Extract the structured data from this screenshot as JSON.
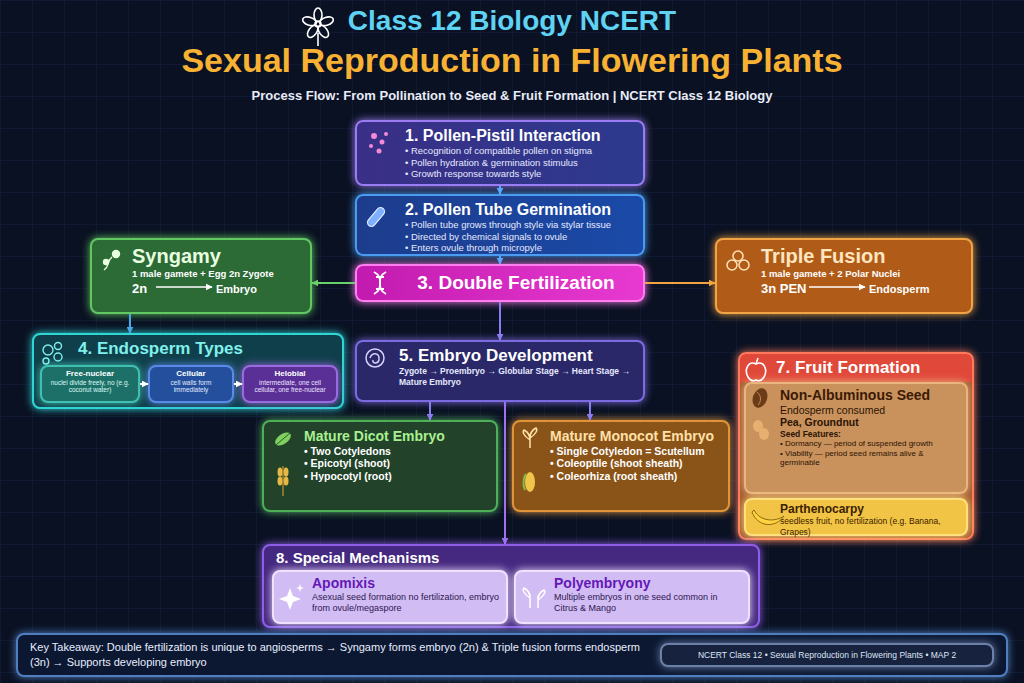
{
  "diagram": {
    "title": "Sexual Reproduction in Flowering Plants",
    "nodes": [
      {
        "text": [
          "1. Pollen-Pistil Interaction",
          "• Recognition of compatible pollen on stigma",
          "• Pollen hydration & germination stimulus",
          "• Growth response towards style"
        ]
      },
      {
        "text": [
          "2. Pollen Tube Germination",
          "• Pollen tube grows through style via stylar tissue",
          "• Directed by chemical signals to ovule",
          "• Enters ovule through micropyle"
        ]
      },
      {
        "text": [
          "Syngamy",
          "1 male gamete + Egg 2n Zygote",
          "2n",
          "Embryo"
        ]
      },
      {
        "text": [
          "3. Double Fertilization"
        ]
      },
      {
        "text": [
          "Triple Fusion",
          "1 male gamete + 2 Polar Nuclei",
          "3n PEN",
          "Endosperm"
        ]
      },
      {
        "text": [
          "4. Endosperm Types"
        ]
      },
      {
        "text": [
          "Free-nuclear",
          "nuclei divide freely, no (e.g. coconut water)"
        ],
        "in": 5
      },
      {
        "text": [
          "Cellular",
          "cell walls form immediately"
        ],
        "in": 5
      },
      {
        "text": [
          "Helobial",
          "intermediate, one cell cellular, one free-nuclear"
        ],
        "in": 5
      },
      {
        "text": [
          "5. Embryo Development",
          "Zygote → Proembryo → Globular Stage → Heart Stage → Mature Embryo"
        ]
      },
      {
        "text": [
          "Mature Dicot Embryo",
          "• Two Cotyledons",
          "• Epicotyl (shoot)",
          "• Hypocotyl (root)"
        ]
      },
      {
        "text": [
          "Mature Monocot Embryo",
          "• Single Cotyledon = Scutellum",
          "• Coleoptile (shoot sheath)",
          "• Coleorhiza (root sheath)"
        ]
      },
      {
        "text": [
          "7. Fruit Formation"
        ]
      },
      {
        "text": [
          "Non-Albuminous Seed",
          "Endosperm consumed",
          "Pea, Groundnut",
          "Seed Features:",
          "• Dormancy — period of suspended growth",
          "• Viability — period seed remains alive & germinable"
        ],
        "in": 12
      },
      {
        "text": [
          "Parthenocarpy",
          "seedless fruit, no fertilization (e.g. Banana, Grapes)"
        ],
        "in": 12
      },
      {
        "text": [
          "8. Special Mechanisms"
        ]
      },
      {
        "text": [
          "Apomixis",
          "Asexual seed formation no fertilization, embryo from ovule/megaspore"
        ],
        "in": 15
      },
      {
        "text": [
          "Polyembryony",
          "Multiple embryos in one seed common in Citrus & Mango"
        ],
        "in": 15
      },
      {
        "text": [
          "Key Takeaway: Double fertilization is unique to angiosperms → Syngamy forms embryo (2n) & Triple fusion forms endosperm (3n) → Supports developing embryo"
        ]
      },
      {
        "text": [
          "NCERT Class 12 • Sexual Reproduction in Flowering Plants • MAP 2"
        ],
        "in": 18
      }
    ],
    "edges": [
      {
        "from": 0,
        "to": 1,
        "arrow": "to"
      },
      {
        "from": 1,
        "to": 3,
        "arrow": "to"
      },
      {
        "from": 3,
        "to": 2,
        "arrow": "to"
      },
      {
        "from": 3,
        "to": 4,
        "arrow": "to"
      },
      {
        "from": 2,
        "to": 5,
        "arrow": "to"
      },
      {
        "from": 6,
        "to": 7,
        "arrow": "to"
      },
      {
        "from": 7,
        "to": 8,
        "arrow": "to"
      },
      {
        "from": 3,
        "to": 9,
        "arrow": "to"
      },
      {
        "from": 9,
        "to": 10,
        "arrow": "to"
      },
      {
        "from": 9,
        "to": 11,
        "arrow": "to"
      },
      {
        "from": 9,
        "to": 15,
        "arrow": "to"
      }
    ],
    "labels": [
      "Class 12 Biology NCERT",
      "Process Flow: From Pollination to Seed & Fruit Formation | NCERT Class 12 Biology"
    ]
  }
}
